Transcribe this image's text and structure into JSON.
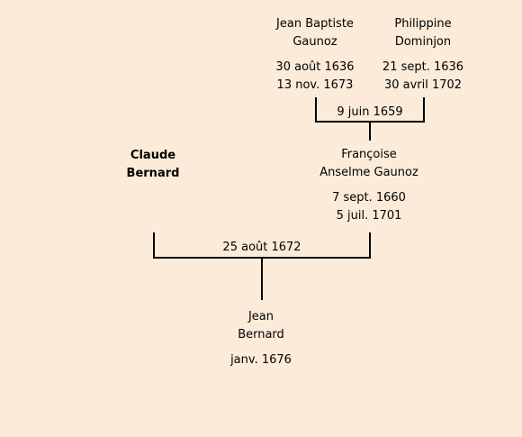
{
  "grandfather": {
    "name_line1": "Jean Baptiste",
    "name_line2": "Gaunoz",
    "birth": "30 août 1636",
    "death": "13 nov. 1673"
  },
  "grandmother": {
    "name_line1": "Philippine",
    "name_line2": "Dominjon",
    "birth": "21 sept. 1636",
    "death": "30 avril 1702"
  },
  "grandparents_marriage": "9 juin 1659",
  "father": {
    "name_line1": "Claude",
    "name_line2": "Bernard"
  },
  "mother": {
    "name_line1": "Françoise",
    "name_line2": "Anselme Gaunoz",
    "birth": "7 sept. 1660",
    "death": "5 juil. 1701"
  },
  "parents_marriage": "25 août 1672",
  "child": {
    "name_line1": "Jean",
    "name_line2": "Bernard",
    "birth": "janv. 1676"
  }
}
